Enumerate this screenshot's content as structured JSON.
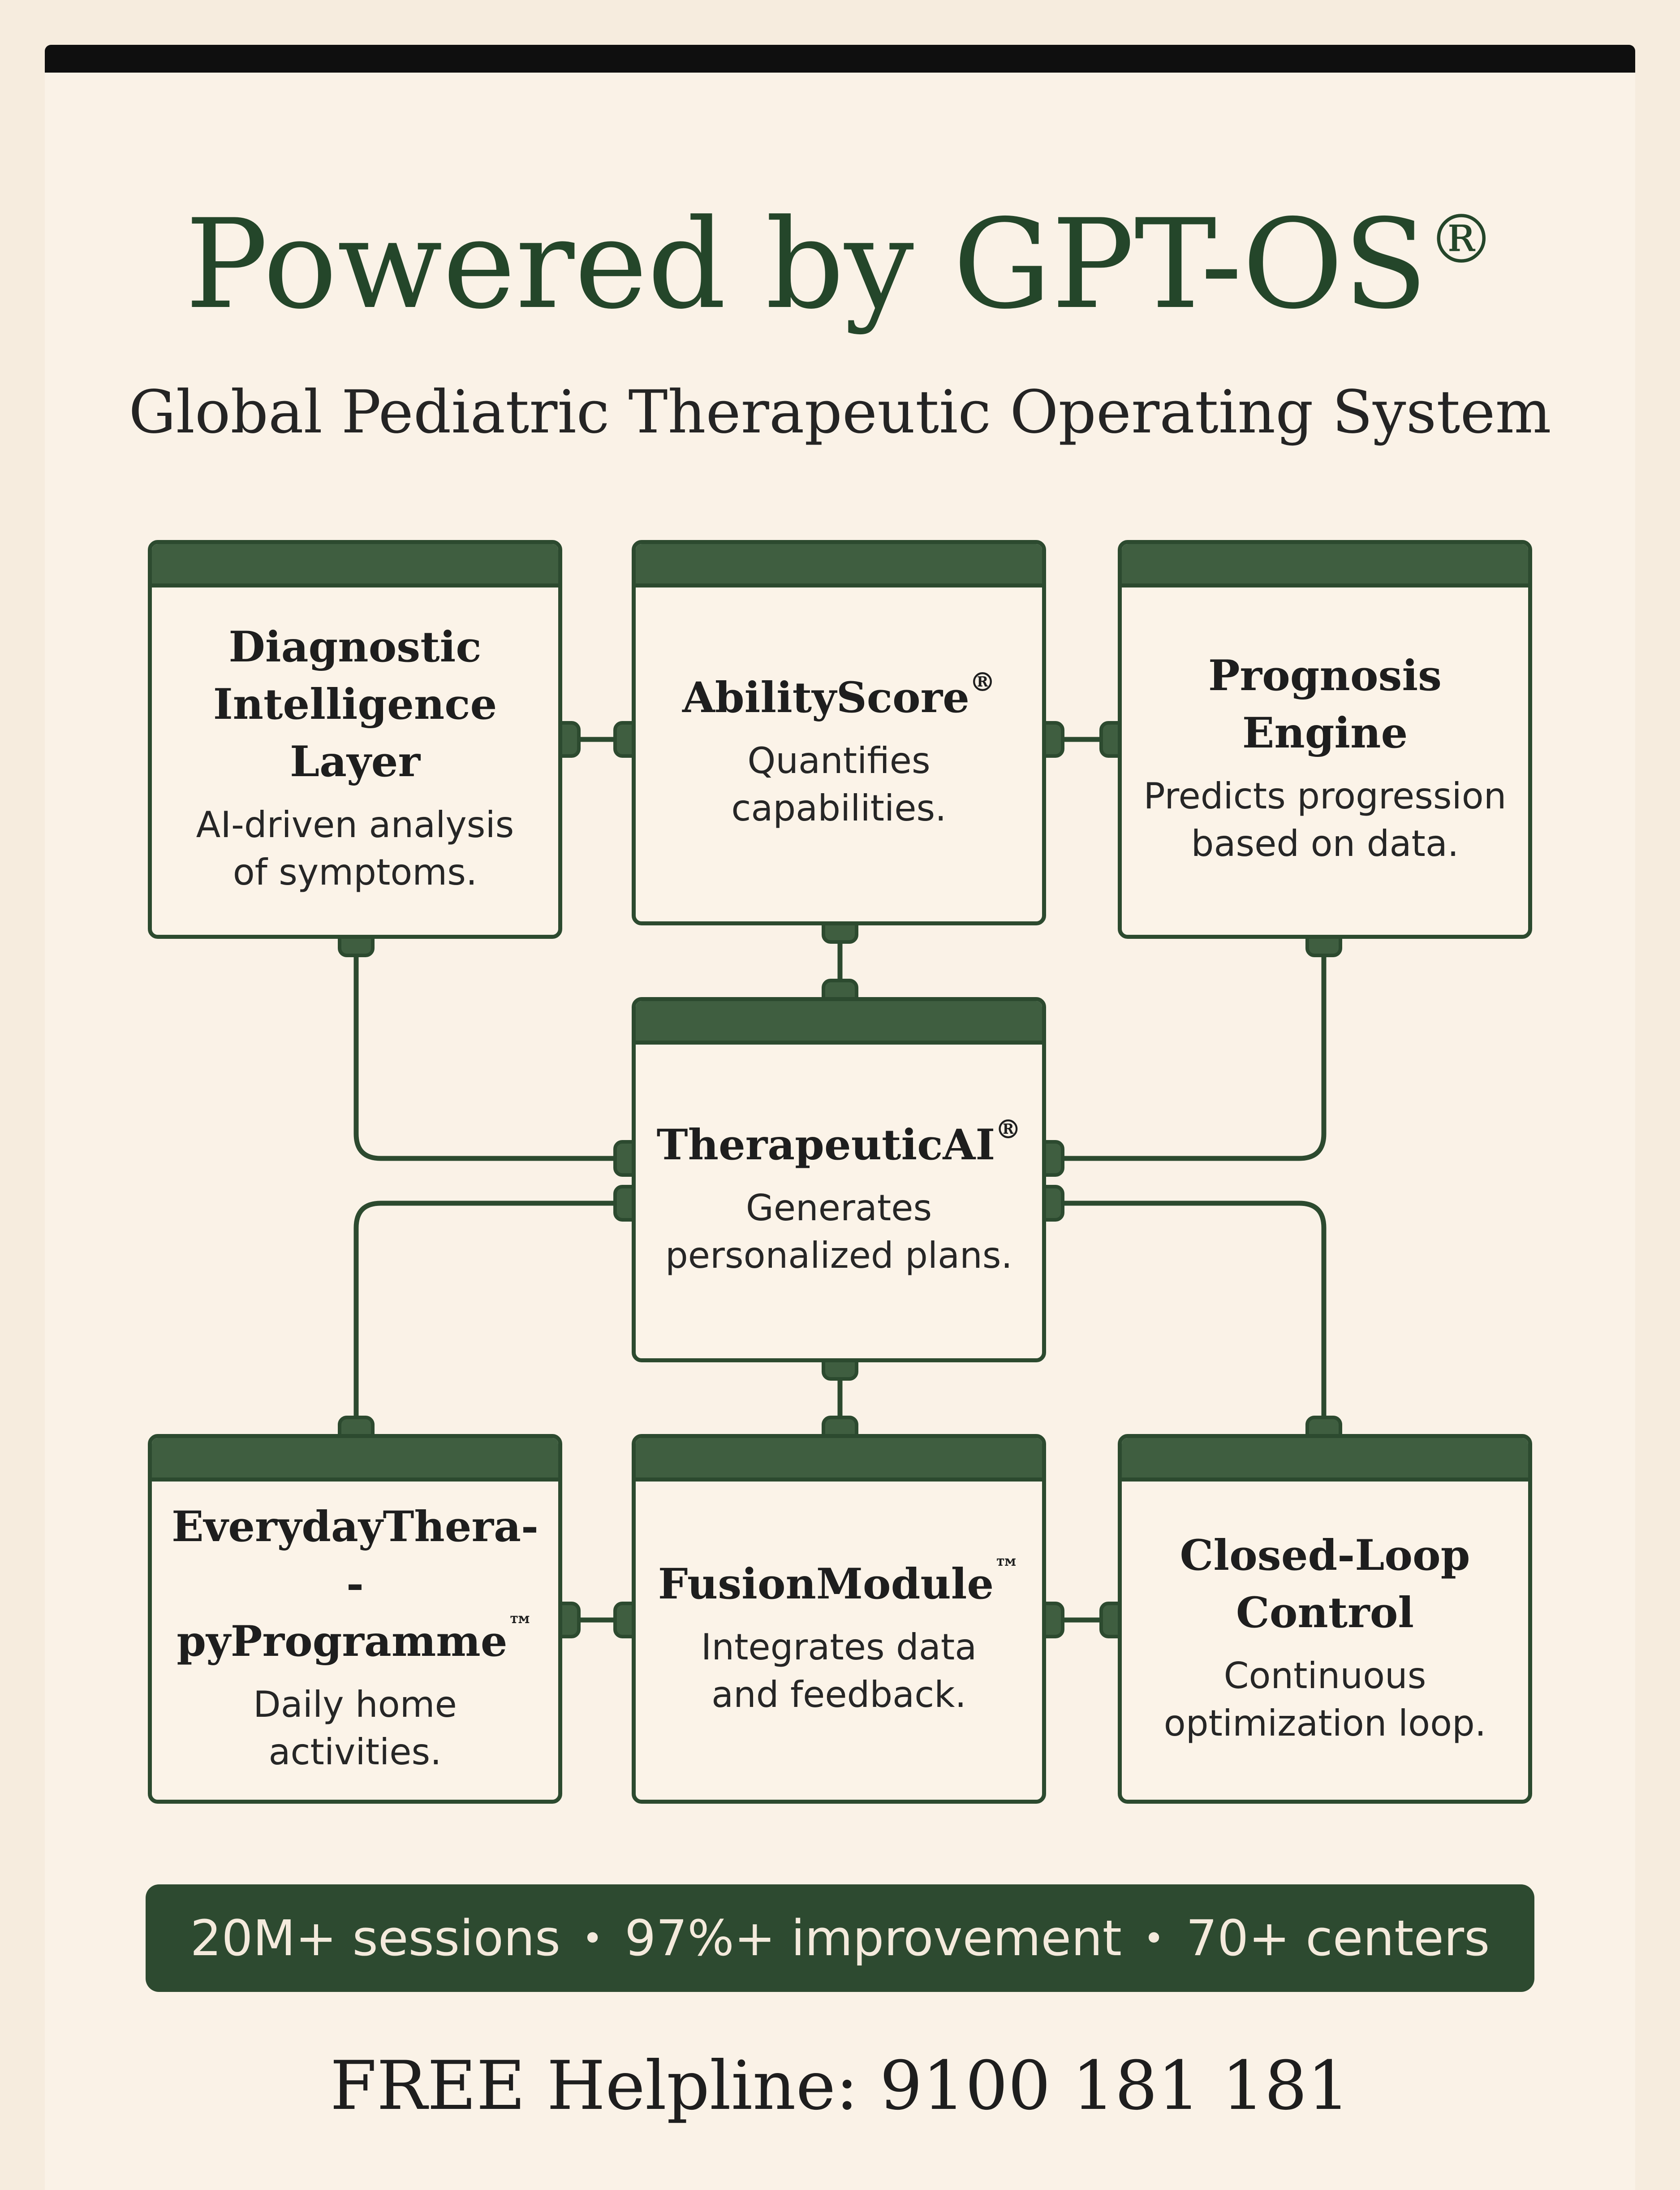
{
  "header": {
    "title": "Powered by GPT-OS",
    "title_mark": "®",
    "subtitle": "Global Pediatric Therapeutic Operating System"
  },
  "nodes": [
    {
      "id": "diagnostic",
      "title": "Diagnostic\nIntelligence\nLayer",
      "mark": "",
      "desc": "AI-driven analysis\nof symptoms."
    },
    {
      "id": "abilityscore",
      "title": "AbilityScore",
      "mark": "®",
      "desc": "Quantifies\ncapabilities."
    },
    {
      "id": "prognosis",
      "title": "Prognosis\nEngine",
      "mark": "",
      "desc": "Predicts progression\nbased on data."
    },
    {
      "id": "therapeuticai",
      "title": "TherapeuticAI",
      "mark": "®",
      "desc": "Generates\npersonalized plans."
    },
    {
      "id": "everyday",
      "title": "EverydayThera--\npyProgramme",
      "mark": "™",
      "desc": "Daily home\nactivities."
    },
    {
      "id": "fusion",
      "title": "FusionModule",
      "mark": "™",
      "desc": "Integrates data\nand feedback."
    },
    {
      "id": "closedloop",
      "title": "Closed-Loop\nControl",
      "mark": "",
      "desc": "Continuous\noptimization loop."
    }
  ],
  "stats": {
    "items": [
      "20M+ sessions",
      "97%+ improvement",
      "70+ centers"
    ],
    "separator": "•"
  },
  "footer": {
    "helpline": "FREE Helpline: 9100 181 181"
  },
  "colors": {
    "background": "#faf2e7",
    "accent": "#2d4a30",
    "band": "#3f5e40",
    "text": "#1e1e1e"
  }
}
